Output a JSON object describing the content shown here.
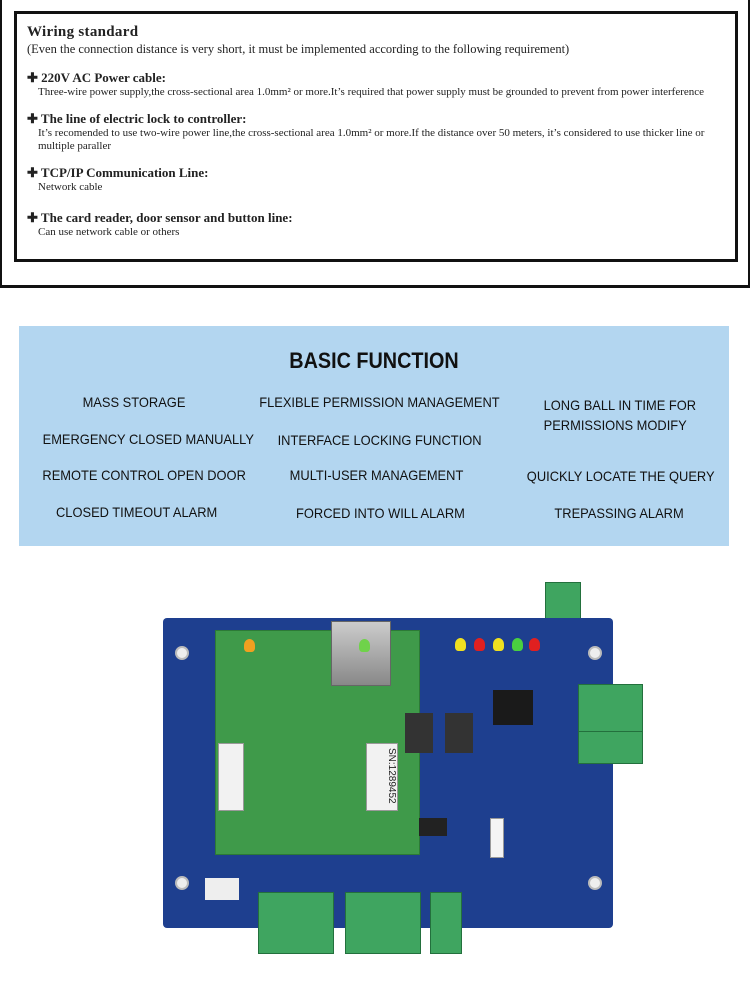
{
  "wiring": {
    "title": "Wiring standard",
    "subtitle": "(Even the connection distance  is very short, it must be implemented  according to the following requirement)",
    "items": [
      {
        "heading": "220V AC Power cable:",
        "body": "Three-wire power supply,the cross-sectional area 1.0mm² or more.It’s required that power supply must be grounded to prevent from power interference"
      },
      {
        "heading": "The line of electric lock to controller:",
        "body": "It’s recomended to use two-wire power line,the cross-sectional area 1.0mm²  or more.If the distance over 50 meters, it’s considered to use  thicker line or multiple paraller"
      },
      {
        "heading": "TCP/IP  Communication Line:",
        "body": "Network cable"
      },
      {
        "heading": "The card reader, door sensor and button line:",
        "body": "Can use network cable or others"
      }
    ]
  },
  "basic": {
    "title": "BASIC FUNCTION",
    "functions": [
      "MASS STORAGE",
      "FLEXIBLE  PERMISSION MANAGEMENT",
      "LONG BALL IN TIME FOR\nPERMISSIONS MODIFY",
      "EMERGENCY CLOSED MANUALLY",
      "INTERFACE LOCKING FUNCTION",
      "REMOTE CONTROL OPEN DOOR",
      "MULTI-USER MANAGEMENT",
      "QUICKLY LOCATE THE QUERY",
      "CLOSED TIMEOUT ALARM",
      "FORCED INTO WILL ALARM",
      "TREPASSING ALARM"
    ]
  },
  "board": {
    "serial_label": "SN:1289452"
  }
}
